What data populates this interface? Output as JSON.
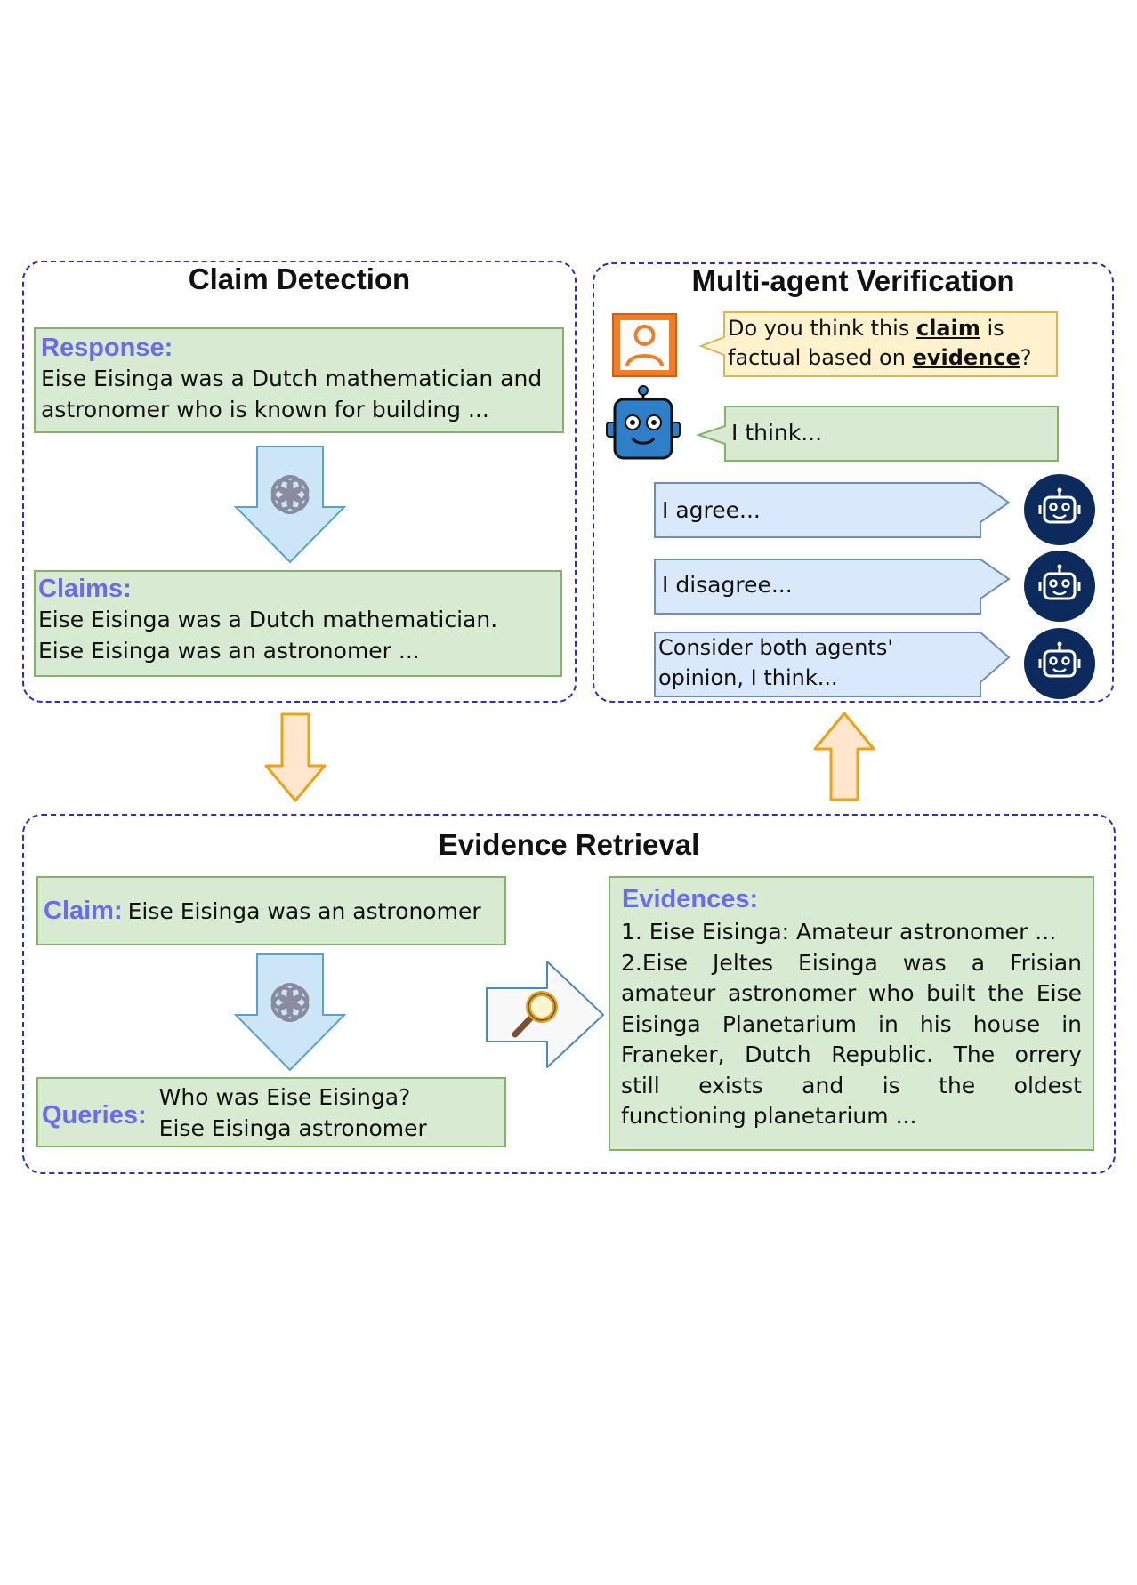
{
  "claim_detection": {
    "title": "Claim Detection",
    "response_label": "Response:",
    "response_lines": [
      "Eise Eisinga was a Dutch mathematician and",
      "astronomer who is known for building ..."
    ],
    "claims_label": "Claims:",
    "claims_lines": [
      "Eise Eisinga was a Dutch mathematician.",
      "Eise Eisinga was an astronomer ..."
    ]
  },
  "multi_agent": {
    "title": "Multi-agent Verification",
    "question": {
      "p1": "Do you think this ",
      "claim_word": "claim",
      "p2": " is",
      "p3": "factual based on ",
      "evidence_word": "evidence",
      "p4": "?"
    },
    "first_answer": "I think...",
    "agent_replies": [
      {
        "lines": [
          "I agree..."
        ]
      },
      {
        "lines": [
          "I disagree..."
        ]
      },
      {
        "lines": [
          "Consider both agents'",
          "opinion, I think..."
        ]
      }
    ]
  },
  "evidence_retrieval": {
    "title": "Evidence Retrieval",
    "claim_label": "Claim:",
    "claim_text": "Eise Eisinga was an astronomer",
    "queries_label": "Queries:",
    "queries": [
      "Who was Eise Eisinga?",
      "Eise Eisinga astronomer"
    ],
    "evidences_label": "Evidences:",
    "evidence_lines": [
      "1. Eise Eisinga: Amateur astronomer ...",
      "2.Eise Jeltes Eisinga was a Frisian",
      "amateur astronomer who built the Eise",
      "Eisinga Planetarium in his house in",
      "Franeker, Dutch Republic. The orrery",
      "still exists and is the oldest",
      "functioning planetarium ..."
    ]
  },
  "colors": {
    "panel_border": "#2b2fbf",
    "green_box": "#d9ead3",
    "green_border": "#82b366",
    "label_blue": "#6b6bf0",
    "yellow_bubble": "#fff2cc",
    "blue_bubble": "#dae8fc",
    "orange_arrow": "#ffe6cc",
    "navy_agent": "#0d2a5c"
  },
  "icons": [
    "openai-logo-icon",
    "user-icon",
    "robot-icon",
    "bot-avatar-icon",
    "magnifier-icon"
  ]
}
